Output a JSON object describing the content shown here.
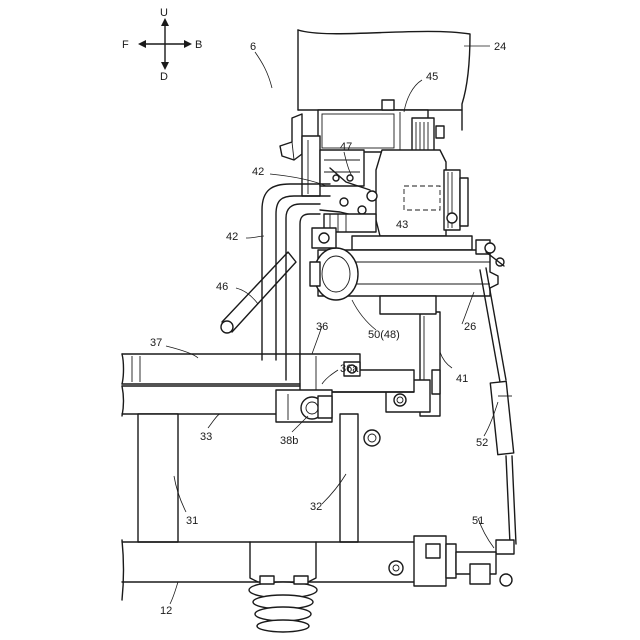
{
  "direction_indicator": {
    "up": "U",
    "down": "D",
    "front": "F",
    "back": "B"
  },
  "labels": {
    "n6": "6",
    "n24": "24",
    "n45": "45",
    "n47": "47",
    "n42a": "42",
    "n42b": "42",
    "n43": "43",
    "n46": "46",
    "n37": "37",
    "n36": "36",
    "n36a": "36a",
    "n50": "50(48)",
    "n26": "26",
    "n41": "41",
    "n33": "33",
    "n38b": "38b",
    "n52": "52",
    "n31": "31",
    "n32": "32",
    "n51": "51",
    "n12": "12"
  }
}
